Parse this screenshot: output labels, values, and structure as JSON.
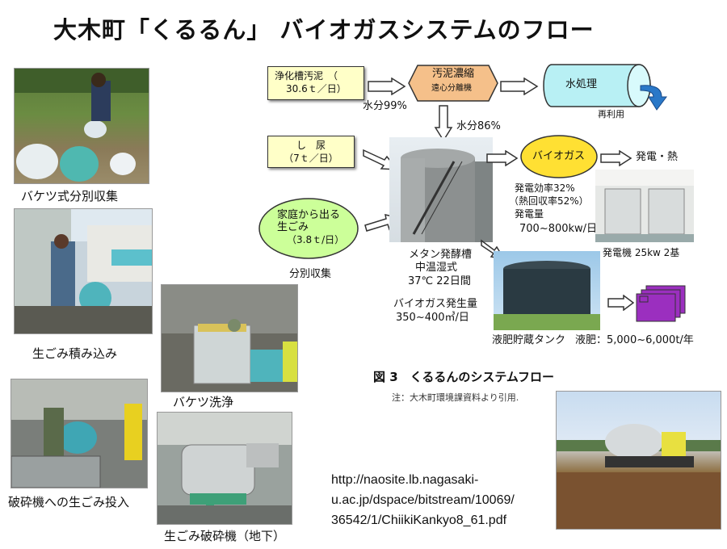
{
  "title": "大木町「くるるん」 バイオガスシステムのフロー",
  "photos": {
    "bucket_collection": "バケツ式分別収集",
    "loading": "生ごみ積み込み",
    "bucket_wash": "バケツ洗浄",
    "crusher_input": "破砕機への生ごみ投入",
    "crusher": "生ごみ破砕機（地下）"
  },
  "flow": {
    "sludge_line1": "浄化槽汚泥　（",
    "sludge_line2": "30.6ｔ／日）",
    "thickener_line1": "汚泥濃縮",
    "thickener_line2": "遠心分離機",
    "water_treatment": "水処理",
    "reuse": "再利用",
    "water99": "水分99%",
    "water86": "水分86%",
    "night_soil_line1": "し　尿",
    "night_soil_line2": "（7ｔ／日）",
    "kitchen_line1": "家庭から出る",
    "kitchen_line2": "生ごみ",
    "kitchen_line3": "（3.8ｔ/日）",
    "separate": "分別収集",
    "biogas": "バイオガス",
    "power_heat": "発電・熱",
    "eff1": "発電効率32%",
    "eff2": "（熱回収率52%）",
    "gen_label": "発電量",
    "gen_value": "700~800kw/日",
    "generator": "発電機 25kw 2基",
    "tank1": "メタン発酵槽",
    "tank2": "中温湿式",
    "tank3": "37℃ 22日間",
    "gas1": "バイオガス発生量",
    "gas2": "350~400㎥/日",
    "liquid_tank": "液肥貯蔵タンク",
    "fertilizer": "液肥：5,000~6,000t/年",
    "fig_caption": "図 3　くるるんのシステムフロー",
    "fig_note": "注：大木町環境課資料より引用."
  },
  "url": {
    "line1": "http://naosite.lb.nagasaki-",
    "line2": "u.ac.jp/dspace/bitstream/10069/",
    "line3": "36542/1/ChiikiKankyo8_61.pdf"
  },
  "colors": {
    "yellow_box": "#ffffc8",
    "orange_box": "#f5c08a",
    "cyan_cyl": "#b8f0f4",
    "biogas_oval": "#ffe033",
    "kitchen_oval": "#ccff99",
    "purple": "#9b2fbf"
  }
}
